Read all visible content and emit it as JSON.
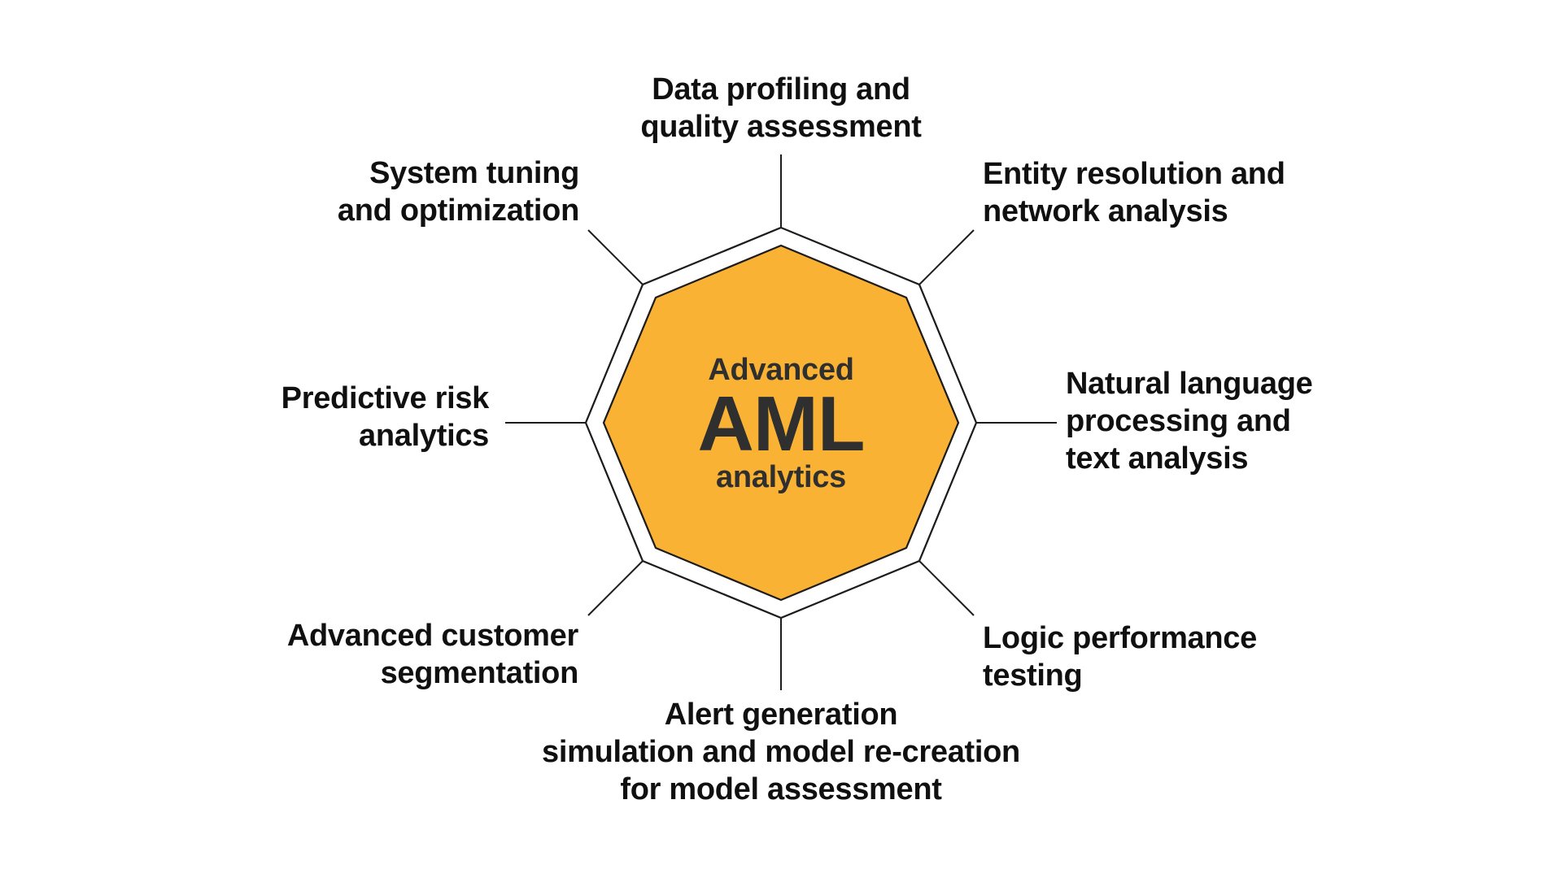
{
  "diagram": {
    "title_shape": "octagon",
    "center": {
      "line1": "Advanced",
      "line2": "AML",
      "line3": "analytics"
    },
    "colors": {
      "background": "#FFFFFF",
      "shape_fill": "#F9B233",
      "line": "#1C1C1C",
      "label_text": "#101010",
      "center_text": "#2F2F2F"
    },
    "nodes": [
      {
        "id": "data-profiling",
        "position": "top",
        "label": "Data profiling and\nquality assessment"
      },
      {
        "id": "entity-resolution",
        "position": "top-right",
        "label": "Entity resolution and\nnetwork analysis"
      },
      {
        "id": "natural-language",
        "position": "right",
        "label": "Natural language\nprocessing and\ntext analysis"
      },
      {
        "id": "logic-performance",
        "position": "bottom-right",
        "label": "Logic performance\ntesting"
      },
      {
        "id": "alert-generation",
        "position": "bottom",
        "label": "Alert generation\nsimulation and model re-creation\nfor model assessment"
      },
      {
        "id": "advanced-customer-segmentation",
        "position": "bottom-left",
        "label": "Advanced customer\nsegmentation"
      },
      {
        "id": "predictive-risk",
        "position": "left",
        "label": "Predictive risk\nanalytics"
      },
      {
        "id": "system-tuning",
        "position": "top-left",
        "label": "System tuning\nand optimization"
      }
    ]
  }
}
